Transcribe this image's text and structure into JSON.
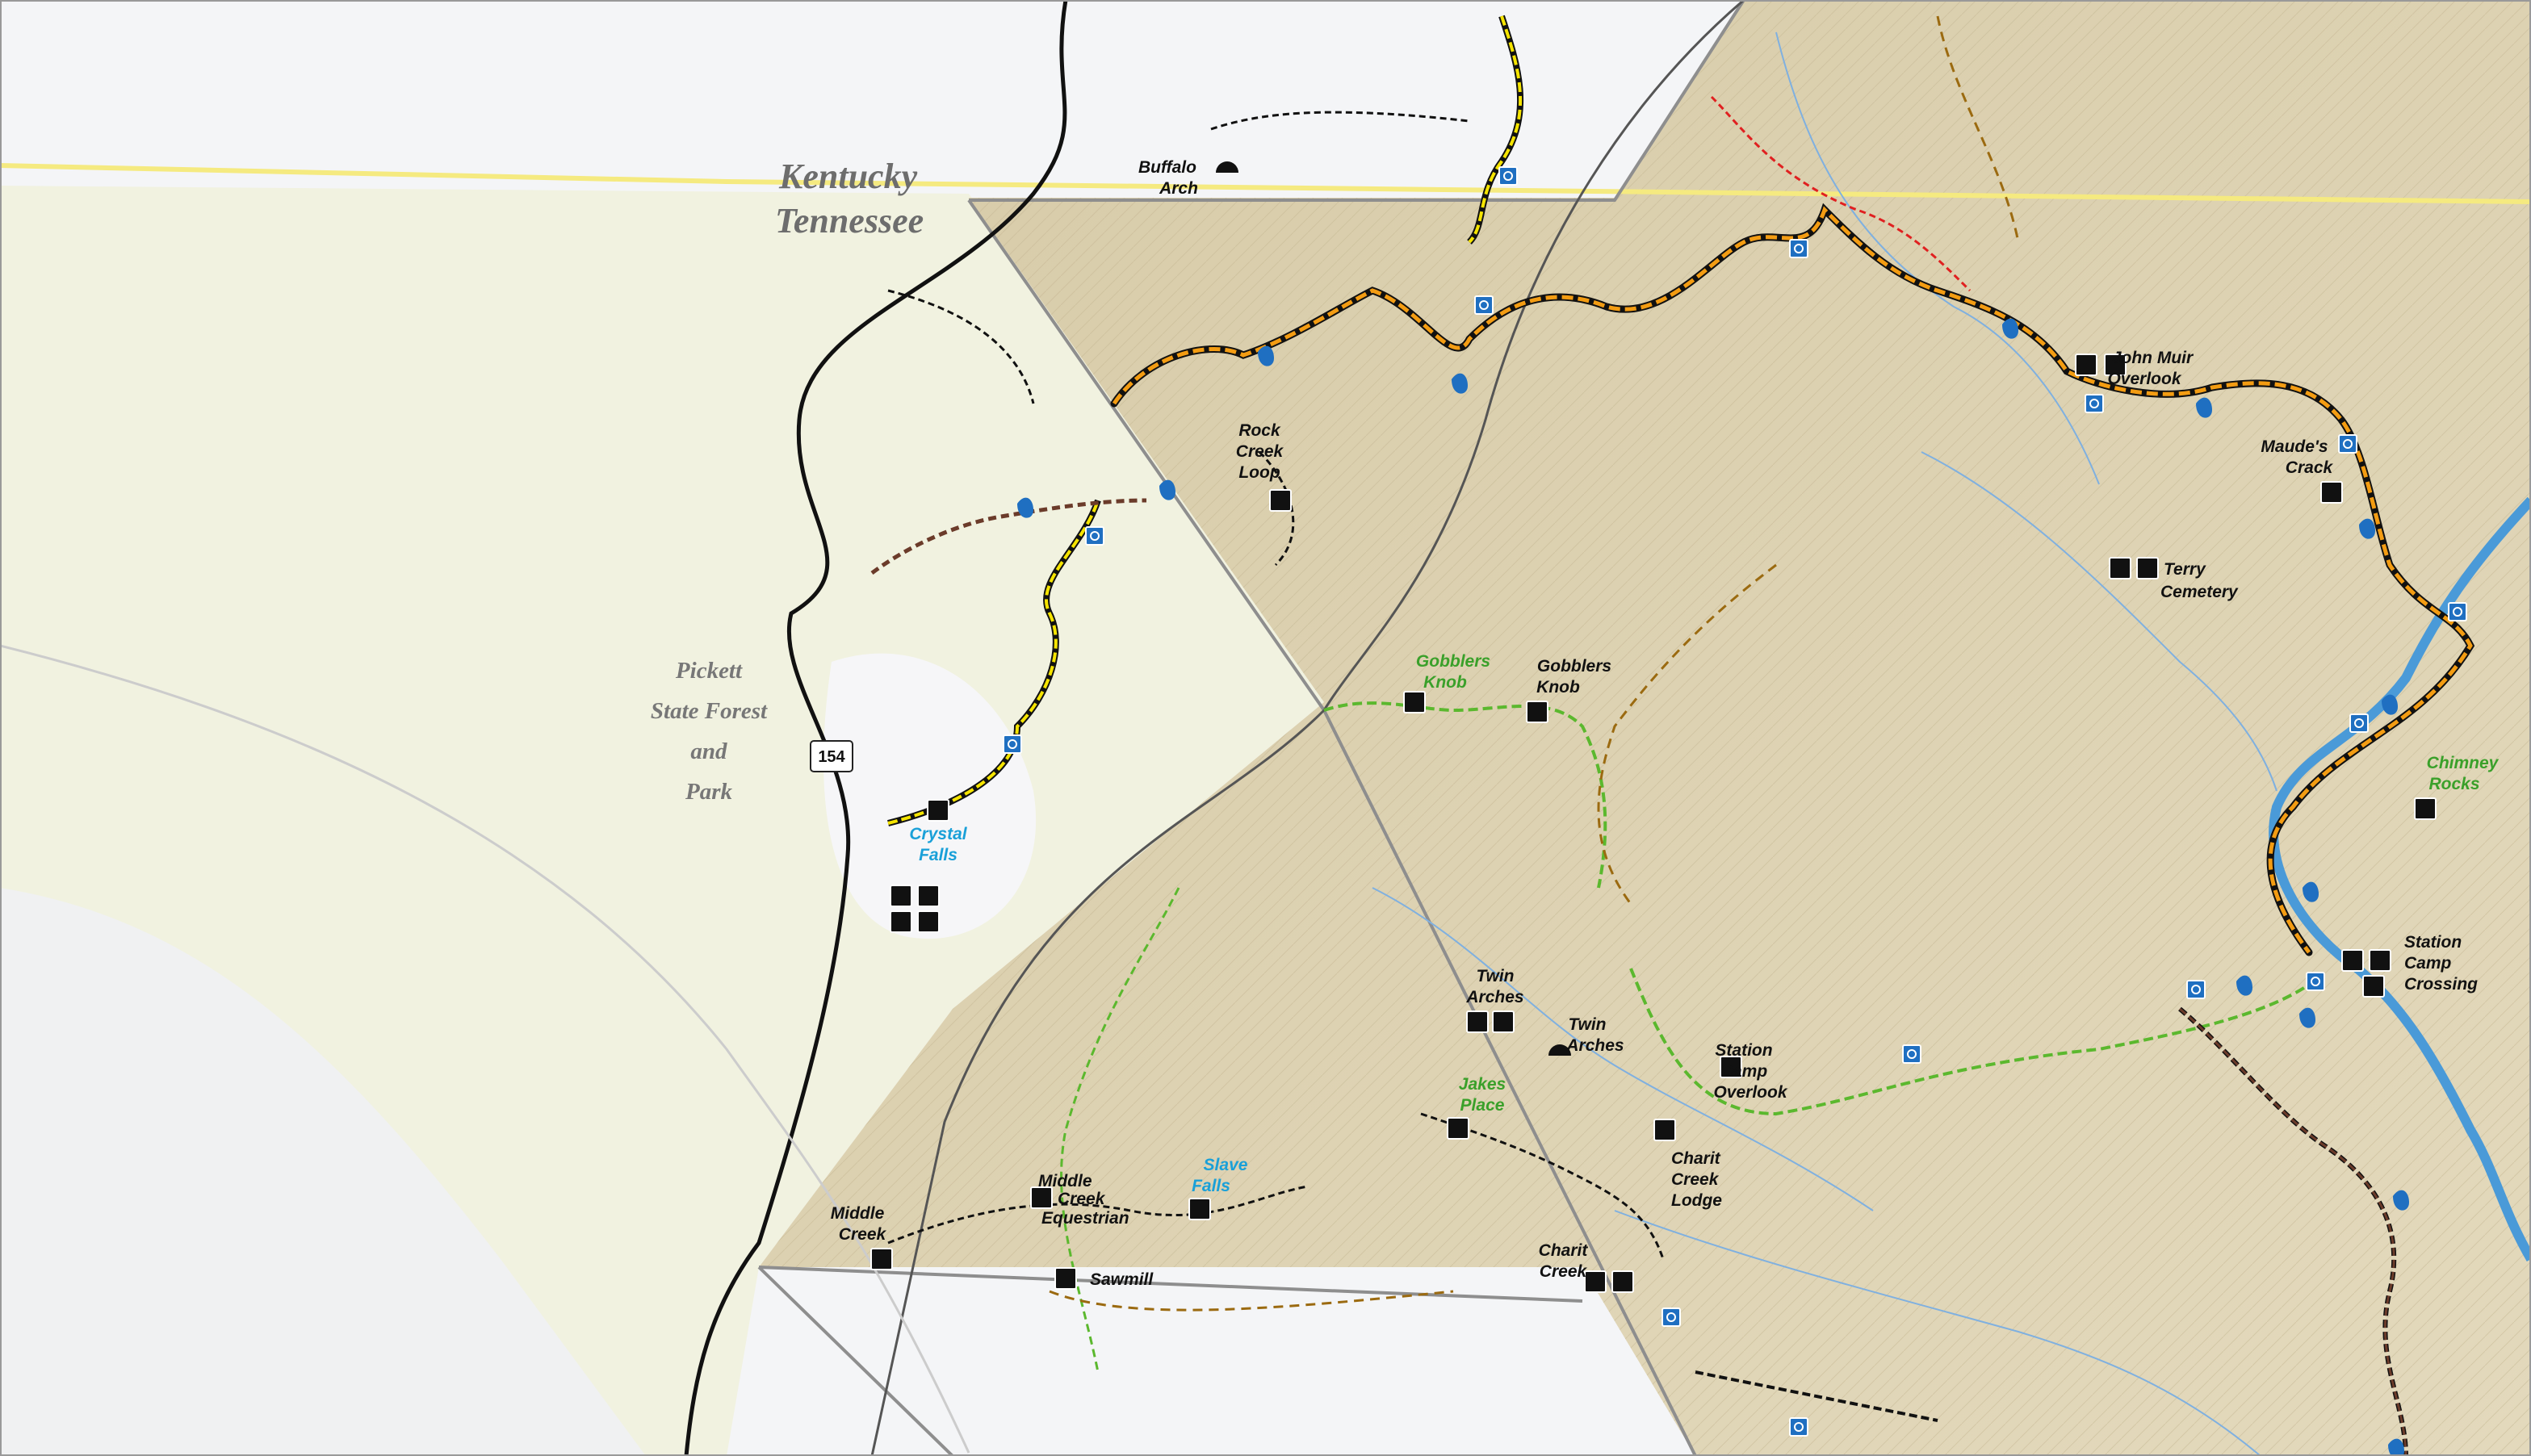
{
  "map": {
    "states": [
      "Kentucky",
      "Tennessee"
    ],
    "park_label": [
      "Pickett",
      "State Forest",
      "and",
      "Park"
    ],
    "route_shield": "154",
    "features": {
      "buffalo_arch": [
        "Buffalo",
        "Arch"
      ],
      "rock_creek_loop": [
        "Rock",
        "Creek",
        "Loop"
      ],
      "john_muir_overlook": [
        "John Muir",
        "Overlook"
      ],
      "maudes_crack": [
        "Maude's",
        "Crack"
      ],
      "terry_cemetery": [
        "Terry",
        "Cemetery"
      ],
      "gobblers_knob_green": [
        "Gobblers",
        "Knob"
      ],
      "gobblers_knob": [
        "Gobblers",
        "Knob"
      ],
      "crystal_falls": [
        "Crystal",
        "Falls"
      ],
      "chimney_rocks": [
        "Chimney",
        "Rocks"
      ],
      "station_camp_crossing": [
        "Station",
        "Camp",
        "Crossing"
      ],
      "twin_arches_1": [
        "Twin",
        "Arches"
      ],
      "twin_arches_2": [
        "Twin",
        "Arches"
      ],
      "jakes_place": [
        "Jakes",
        "Place"
      ],
      "station_camp_overlook": [
        "Station",
        "Camp",
        "Overlook"
      ],
      "charit_creek_lodge": [
        "Charit",
        "Creek",
        "Lodge"
      ],
      "middle_creek_equestrian": [
        "Middle",
        "Creek",
        "Equestrian"
      ],
      "slave_falls": [
        "Slave",
        "Falls"
      ],
      "middle_creek": [
        "Middle",
        "Creek"
      ],
      "sawmill": [
        "Sawmill"
      ],
      "charit_creek": [
        "Charit",
        "Creek"
      ]
    },
    "colors": {
      "park_fill": "#f2f2dc",
      "terrain_fill": "#d9ceae",
      "river": "#4a9ad8",
      "trail_orange": "#f39c12",
      "trail_yellow": "#f5e400",
      "trail_green": "#5bb82e",
      "trail_brown": "#9b6a10",
      "trail_red": "#e02020",
      "icon_blue": "#1f6fc1"
    }
  }
}
